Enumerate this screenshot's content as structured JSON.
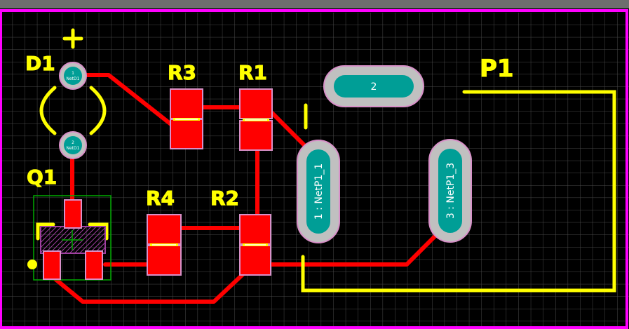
{
  "board": {
    "colors": {
      "background": "#000000",
      "top_bar": "#6e6e6e",
      "board_outline": "#ff00ff",
      "grid": "#4a4a4a",
      "copper_top": "#ff0000",
      "silkscreen": "#ffff00",
      "pad_multilayer": "#009e96",
      "pad_ring": "#c0c0c0",
      "pad_overlay": "#d890c8",
      "component_outline": "#00aa00",
      "hatch": "#a040a0"
    }
  },
  "designators": {
    "d1": "D1",
    "r3": "R3",
    "r1": "R1",
    "p1": "P1",
    "q1": "Q1",
    "r4": "R4",
    "r2": "R2",
    "plus": "+"
  },
  "pads": {
    "d1_pad1_num": "1",
    "d1_pad1_net": "NetD1",
    "d1_pad2_num": "2",
    "d1_pad2_net": "NetD1",
    "p1_pad1": "1 : NetP1_1",
    "p1_pad2": "2",
    "p1_pad3": "3 : NetP1_3"
  }
}
